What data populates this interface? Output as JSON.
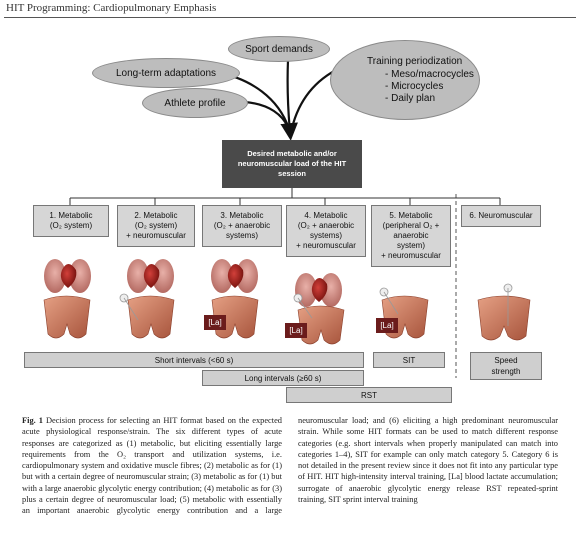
{
  "header": {
    "title": "HIT Programming: Cardiopulmonary Emphasis"
  },
  "inputs": {
    "sport_demands": "Sport demands",
    "long_term": "Long-term adaptations",
    "athlete_profile": "Athlete profile",
    "periodization": {
      "title": "Training periodization",
      "items": [
        "-  Meso/macrocycles",
        "-  Microcycles",
        "-  Daily plan"
      ]
    }
  },
  "desired": [
    "Desired metabolic and/or",
    "neuromuscular load of the HIT",
    "session"
  ],
  "categories": [
    {
      "lines": [
        "1. Metabolic",
        "(O₂ system)"
      ]
    },
    {
      "lines": [
        "2. Metabolic",
        "(O₂ system)",
        "+ neuromuscular"
      ]
    },
    {
      "lines": [
        "3. Metabolic",
        "(O₂ + anaerobic",
        "systems)"
      ]
    },
    {
      "lines": [
        "4. Metabolic",
        "(O₂ + anaerobic",
        "systems)",
        "+ neuromuscular"
      ]
    },
    {
      "lines": [
        "5. Metabolic",
        "(peripheral O₂ +",
        "anaerobic",
        "system)",
        "+ neuromuscular"
      ]
    },
    {
      "lines": [
        "6. Neuromuscular"
      ]
    }
  ],
  "lactate_label": "[La]",
  "bars": {
    "short": "Short intervals (<60 s)",
    "long": "Long intervals (≥60 s)",
    "rst": "RST",
    "sit": "SIT",
    "speed": [
      "Speed",
      "strength"
    ]
  },
  "caption": {
    "label": "Fig. 1",
    "text": "Decision process for selecting an HIT format based on the expected acute physiological response/strain. The six different types of acute responses are categorized as (1) metabolic, but eliciting essentially large requirements from the O₂ transport and utilization systems, i.e. cardiopulmonary system and oxidative muscle fibres; (2) metabolic as for (1) but with a certain degree of neuromuscular strain; (3) metabolic as for (1) but with a large anaerobic glycolytic energy contribution; (4) metabolic as for (3) plus a certain degree of neuromuscular load; (5) metabolic with essentially an important anaerobic glycolytic energy contribution and a large neuromuscular load; and (6) eliciting a high predominant neuromuscular strain. While some HIT formats can be used to match different response categories (e.g. short intervals when properly manipulated can match into categories 1–4), SIT for example can only match category 5. Category 6 is not detailed in the present review since it does not fit into any particular type of HIT. HIT high-intensity interval training, [La] blood lactate accumulation; surrogate of anaerobic glycolytic energy release RST repeated-sprint training, SIT sprint interval training"
  }
}
